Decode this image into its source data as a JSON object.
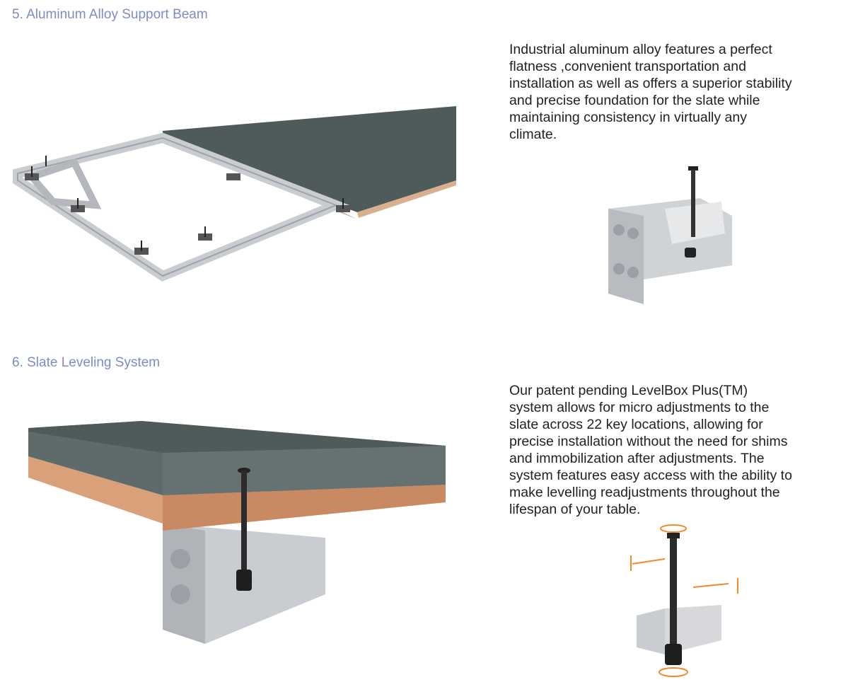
{
  "sections": [
    {
      "heading": "5. Aluminum Alloy Support Beam",
      "lines": [
        "Industrial aluminum alloy features a perfect",
        "flatness ,convenient transportation and",
        "installation as well as offers a superior stability",
        "and precise foundation for the slate while",
        "maintaining consistency in virtually any",
        "climate."
      ]
    },
    {
      "heading": "6. Slate Leveling System",
      "lines": [
        "Our patent pending LevelBox Plus(TM)",
        "system allows for micro adjustments to the",
        "slate across 22 key locations, allowing for",
        "precise installation without the need for shims",
        "and immobilization after adjustments. The",
        "system features easy access with the ability to",
        "make levelling readjustments throughout the",
        "lifespan of your table."
      ]
    }
  ],
  "colors": {
    "heading": "#7f8cc4",
    "slate": "#4f5a5a",
    "aluminum": "#c9ccd0",
    "wood": "#d9a07a",
    "arrow": "#f08a2a"
  }
}
